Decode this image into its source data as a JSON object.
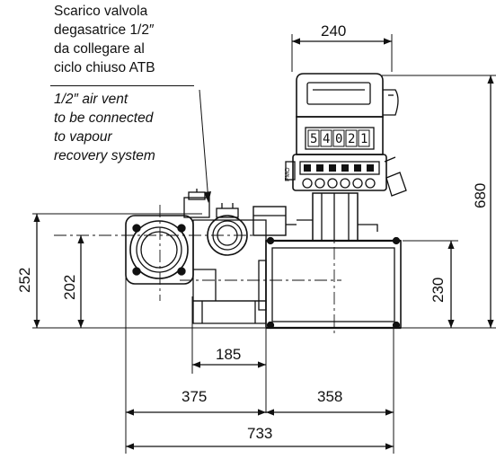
{
  "notes": {
    "italian_lines": [
      "Scarico valvola",
      "degasatrice 1/2″",
      "da collegare al",
      "ciclo chiuso ATB"
    ],
    "english_lines": [
      "1/2″ air vent",
      "to be connected",
      "to vapour",
      "recovery system"
    ]
  },
  "meter": {
    "display_digits": [
      "5",
      "4",
      "0",
      "2",
      "1"
    ],
    "brand_mark": "FMO"
  },
  "dimensions": {
    "top_width": "240",
    "total_height": "680",
    "base_height": "230",
    "left_height_outer": "252",
    "left_height_inner": "202",
    "offset_185": "185",
    "left_span": "375",
    "right_span": "358",
    "overall_length": "733"
  }
}
